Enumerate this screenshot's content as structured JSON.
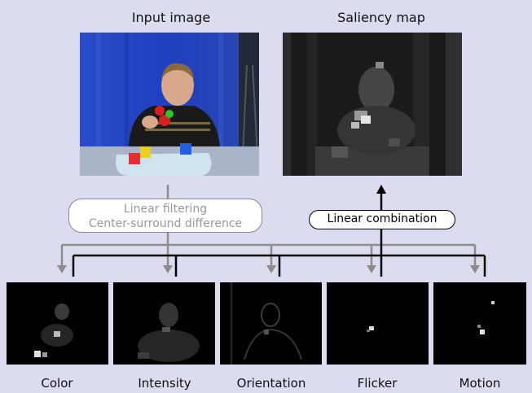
{
  "titles": {
    "input": "Input image",
    "saliency": "Saliency map"
  },
  "process": {
    "filtering_line1": "Linear filtering",
    "filtering_line2": "Center-surround difference",
    "combination": "Linear combination"
  },
  "feature_maps": [
    {
      "label": "Color"
    },
    {
      "label": "Intensity"
    },
    {
      "label": "Orientation"
    },
    {
      "label": "Flicker"
    },
    {
      "label": "Motion"
    }
  ],
  "colors": {
    "background": "#dcdcf0",
    "gray_wire": "#8c8c8c",
    "black_wire": "#000000",
    "backdrop_blue": "#1f3fbf"
  }
}
